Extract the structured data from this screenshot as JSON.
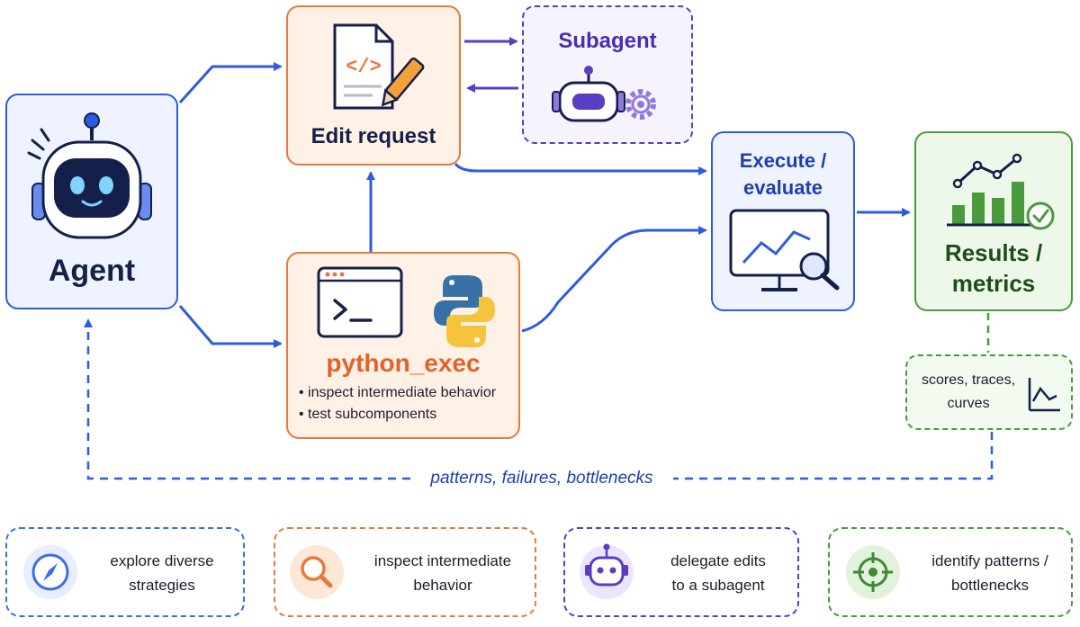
{
  "nodes": {
    "agent": {
      "label": "Agent"
    },
    "edit_request": {
      "label": "Edit request",
      "icon": "code-document-pencil-icon"
    },
    "subagent": {
      "label": "Subagent",
      "icon": "robot-gear-icon"
    },
    "execute": {
      "label_line1": "Execute /",
      "label_line2": "evaluate",
      "icon": "monitor-chart-magnifier-icon"
    },
    "results": {
      "label_line1": "Results /",
      "label_line2": "metrics",
      "icon": "bar-chart-check-icon"
    },
    "python_exec": {
      "label": "python_exec",
      "icon": "terminal-python-icon",
      "bullets": [
        "inspect intermediate behavior",
        "test subcomponents"
      ]
    },
    "traces": {
      "label_line1": "scores, traces,",
      "label_line2": "curves",
      "icon": "line-chart-icon"
    }
  },
  "feedback_label": "patterns, failures, bottlenecks",
  "cards": [
    {
      "line1": "explore diverse",
      "line2": "strategies",
      "icon": "compass-icon",
      "color": "#3a6ee8"
    },
    {
      "line1": "inspect intermediate",
      "line2": "behavior",
      "icon": "magnifier-icon",
      "color": "#e57a3c"
    },
    {
      "line1": "delegate edits",
      "line2": "to a subagent",
      "icon": "robot-icon",
      "color": "#5b3cc4"
    },
    {
      "line1": "identify patterns /",
      "line2": "bottlenecks",
      "icon": "target-icon",
      "color": "#4a9a3e"
    }
  ],
  "colors": {
    "blue": "#2f5be0",
    "orange": "#e57a3c",
    "purple": "#5b3cc4",
    "green": "#4a9a3e",
    "navy": "#15204a"
  }
}
